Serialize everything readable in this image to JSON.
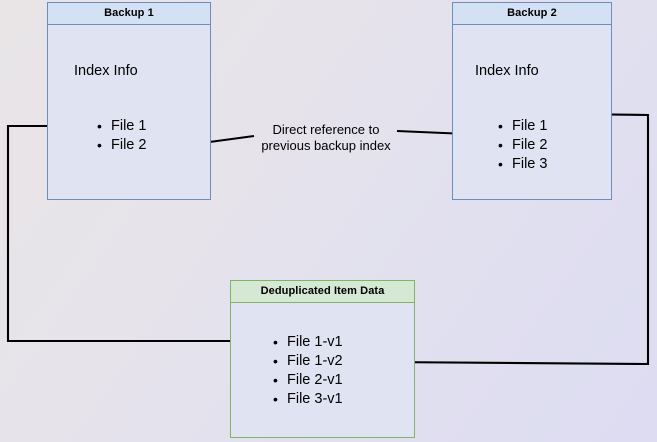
{
  "diagram": {
    "title_hidden": "Backup deduplication reference diagram",
    "background": {
      "gradient_from": "#e9e5e7",
      "gradient_to": "#dddcf2"
    },
    "colors": {
      "blue_border": "#6c8ebf",
      "blue_header_fill": "#d4e1f5",
      "green_border": "#82b366",
      "green_header_fill": "#d5e8d4",
      "node_body_fill": "#e0e3f2",
      "edge_stroke": "#000000"
    },
    "nodes": {
      "backup1": {
        "title": "Backup 1",
        "section_label": "Index Info",
        "items": [
          "File 1",
          "File 2"
        ]
      },
      "backup2": {
        "title": "Backup 2",
        "section_label": "Index Info",
        "items": [
          "File 1",
          "File 2",
          "File 3"
        ]
      },
      "dedup": {
        "title": "Deduplicated Item Data",
        "items": [
          "File 1-v1",
          "File 1-v2",
          "File 2-v1",
          "File 3-v1"
        ]
      }
    },
    "edges": {
      "direct_reference_label_line1": "Direct reference to",
      "direct_reference_label_line2": "previous backup index"
    }
  }
}
